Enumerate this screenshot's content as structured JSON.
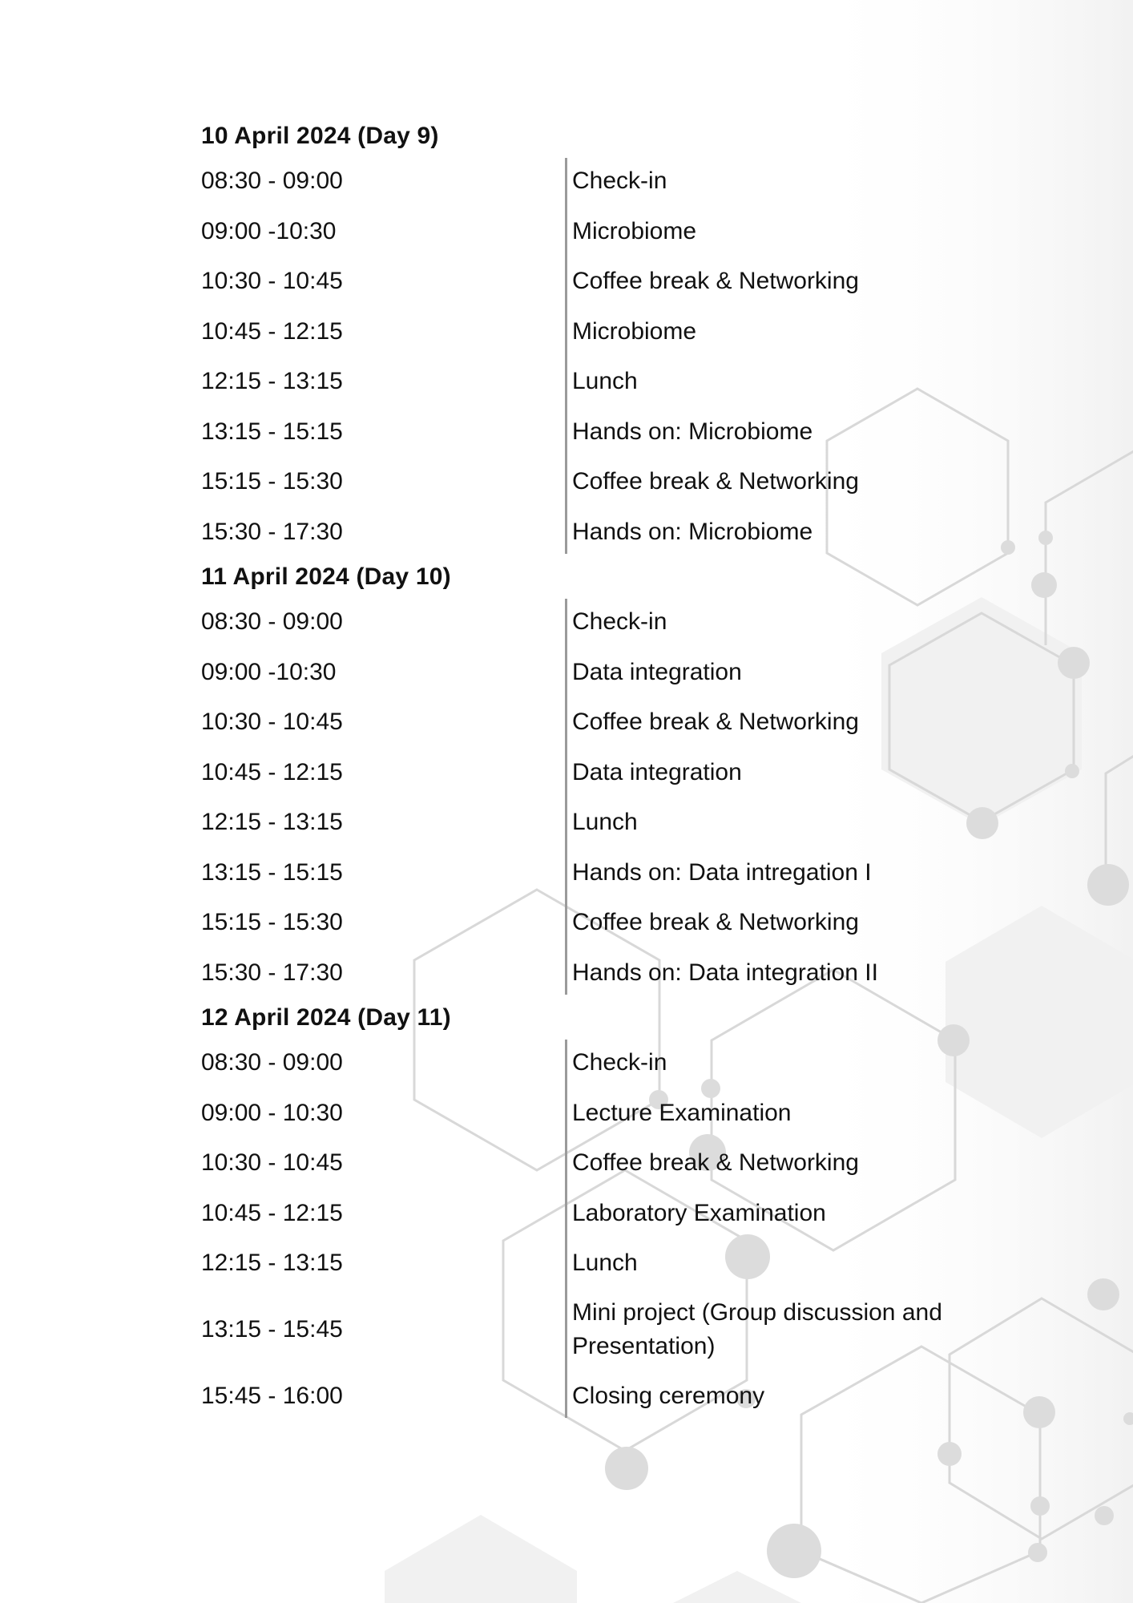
{
  "colors": {
    "text": "#111111",
    "divider": "#9a9a9a",
    "pattern": "#dcdcdc"
  },
  "days": [
    {
      "title": "10 April 2024 (Day 9)",
      "rows": [
        {
          "time": "08:30 - 09:00",
          "activity": "Check-in"
        },
        {
          "time": "09:00 -10:30",
          "activity": "Microbiome"
        },
        {
          "time": "10:30 - 10:45",
          "activity": "Coffee break & Networking"
        },
        {
          "time": "10:45 - 12:15",
          "activity": "Microbiome"
        },
        {
          "time": "12:15 - 13:15",
          "activity": "Lunch"
        },
        {
          "time": "13:15 - 15:15",
          "activity": "Hands on: Microbiome"
        },
        {
          "time": "15:15 - 15:30",
          "activity": "Coffee break & Networking"
        },
        {
          "time": "15:30 - 17:30",
          "activity": "Hands on: Microbiome"
        }
      ]
    },
    {
      "title": "11 April 2024 (Day 10)",
      "rows": [
        {
          "time": "08:30 - 09:00",
          "activity": "Check-in"
        },
        {
          "time": "09:00 -10:30",
          "activity": "Data integration"
        },
        {
          "time": "10:30 - 10:45",
          "activity": "Coffee break & Networking"
        },
        {
          "time": "10:45 - 12:15",
          "activity": "Data integration"
        },
        {
          "time": "12:15 - 13:15",
          "activity": "Lunch"
        },
        {
          "time": "13:15 - 15:15",
          "activity": "Hands on: Data intregation I"
        },
        {
          "time": "15:15 - 15:30",
          "activity": "Coffee break & Networking"
        },
        {
          "time": "15:30 - 17:30",
          "activity": "Hands on: Data integration II"
        }
      ]
    },
    {
      "title": "12 April 2024 (Day 11)",
      "rows": [
        {
          "time": "08:30 - 09:00",
          "activity": "Check-in"
        },
        {
          "time": "09:00 - 10:30",
          "activity": "Lecture Examination"
        },
        {
          "time": "10:30 - 10:45",
          "activity": "Coffee break & Networking"
        },
        {
          "time": "10:45 - 12:15",
          "activity": "Laboratory Examination"
        },
        {
          "time": "12:15 - 13:15",
          "activity": "Lunch"
        },
        {
          "time": "13:15 - 15:45",
          "activity": "Mini project (Group discussion and Presentation)"
        },
        {
          "time": "15:45 - 16:00",
          "activity": "Closing ceremony"
        }
      ]
    }
  ]
}
